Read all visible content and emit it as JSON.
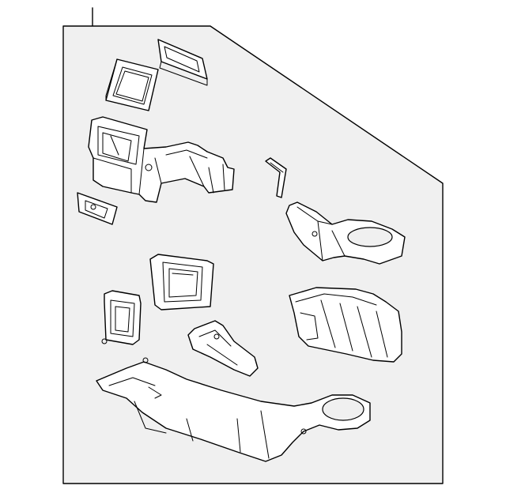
{
  "diagram": {
    "background_color": "#ffffff",
    "panel_fill": "#f0f0f0",
    "line_color": "#000000",
    "parts": [
      "filter-frame-left",
      "filter-frame-right",
      "upper-case-assembly",
      "small-seal",
      "bent-tube",
      "blower-housing",
      "core-frame-center",
      "core-frame-small",
      "lower-case-right",
      "valve-bracket",
      "lower-case-base"
    ]
  }
}
